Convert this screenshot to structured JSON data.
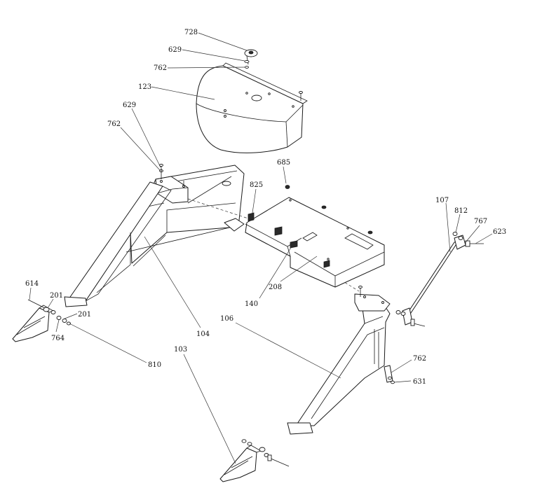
{
  "labels": {
    "l728": "728",
    "l629a": "629",
    "l762a": "762",
    "l123": "123",
    "l629b": "629",
    "l762b": "762",
    "l685": "685",
    "l825": "825",
    "l107": "107",
    "l812": "812",
    "l767": "767",
    "l623": "623",
    "l614": "614",
    "l201a": "201",
    "l201b": "201",
    "l764": "764",
    "l810": "810",
    "l104": "104",
    "l140": "140",
    "l208": "208",
    "l106": "106",
    "l103": "103",
    "l762c": "762",
    "l631": "631"
  }
}
